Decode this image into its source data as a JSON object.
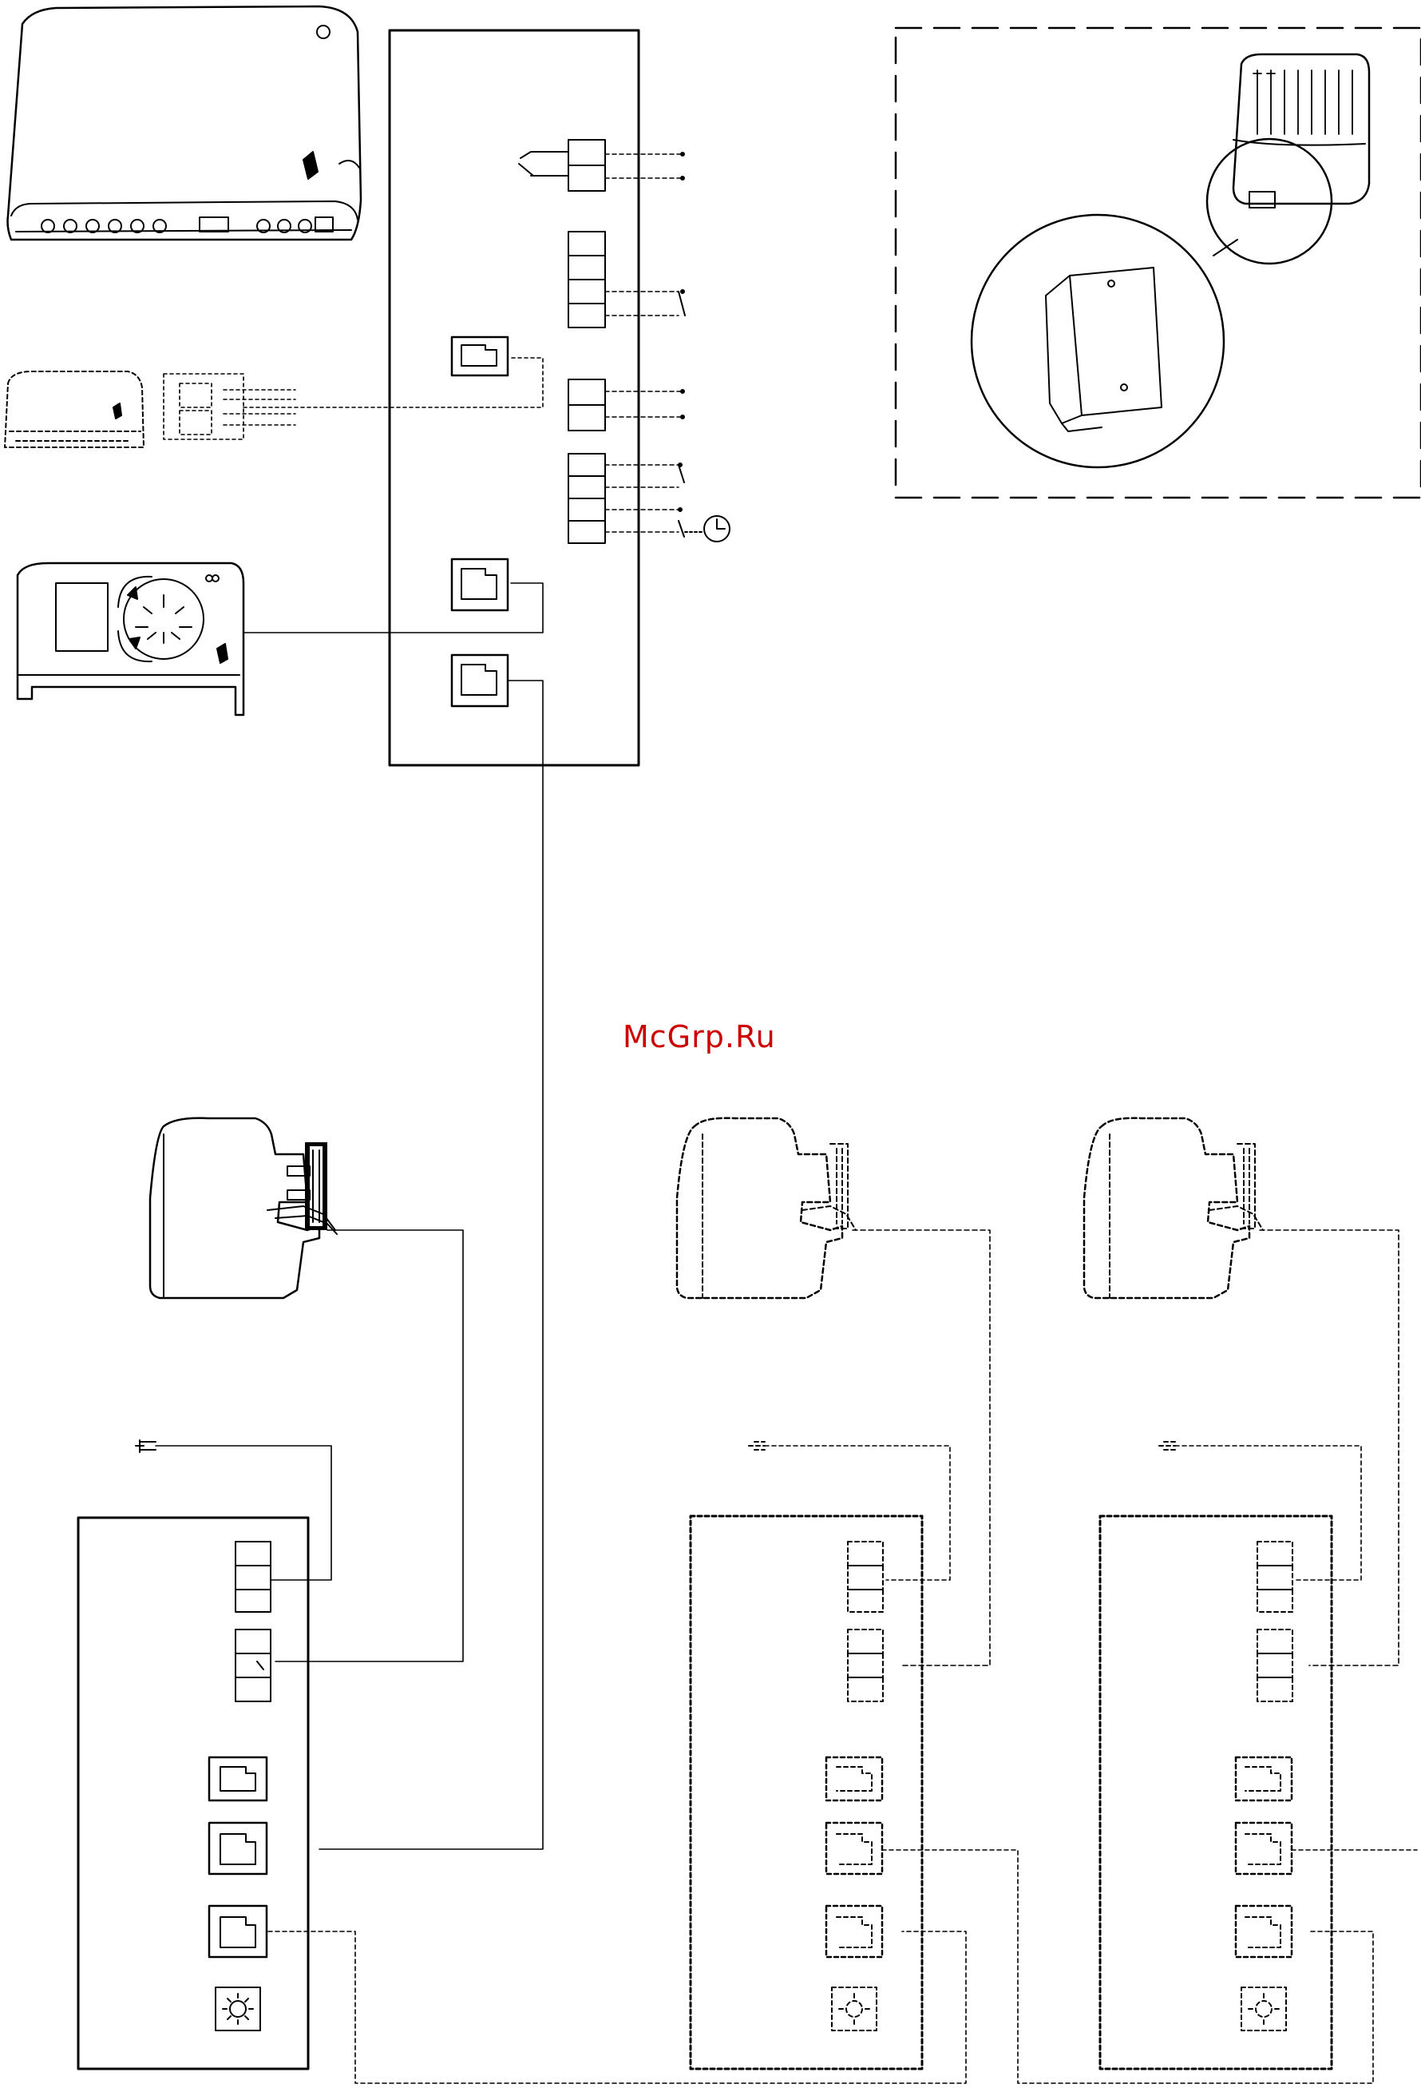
{
  "watermark": "McGrp.Ru",
  "colors": {
    "line": "#000000",
    "watermark": "#cc0000",
    "background": "#ffffff"
  },
  "components": {
    "main_controller": "controller-box",
    "room_units": [
      "room-unit-top",
      "room-unit-middle",
      "room-unit-display"
    ],
    "power_supply": "power-adapter-detail",
    "actuators": [
      "actuator-main",
      "actuator-secondary-1",
      "actuator-secondary-2"
    ],
    "zone_modules": [
      "zone-module-main",
      "zone-module-secondary-1",
      "zone-module-secondary-2"
    ],
    "icons": [
      "clock-icon",
      "light-sensor-icon",
      "rj-socket-icon",
      "terminal-block-icon"
    ]
  }
}
